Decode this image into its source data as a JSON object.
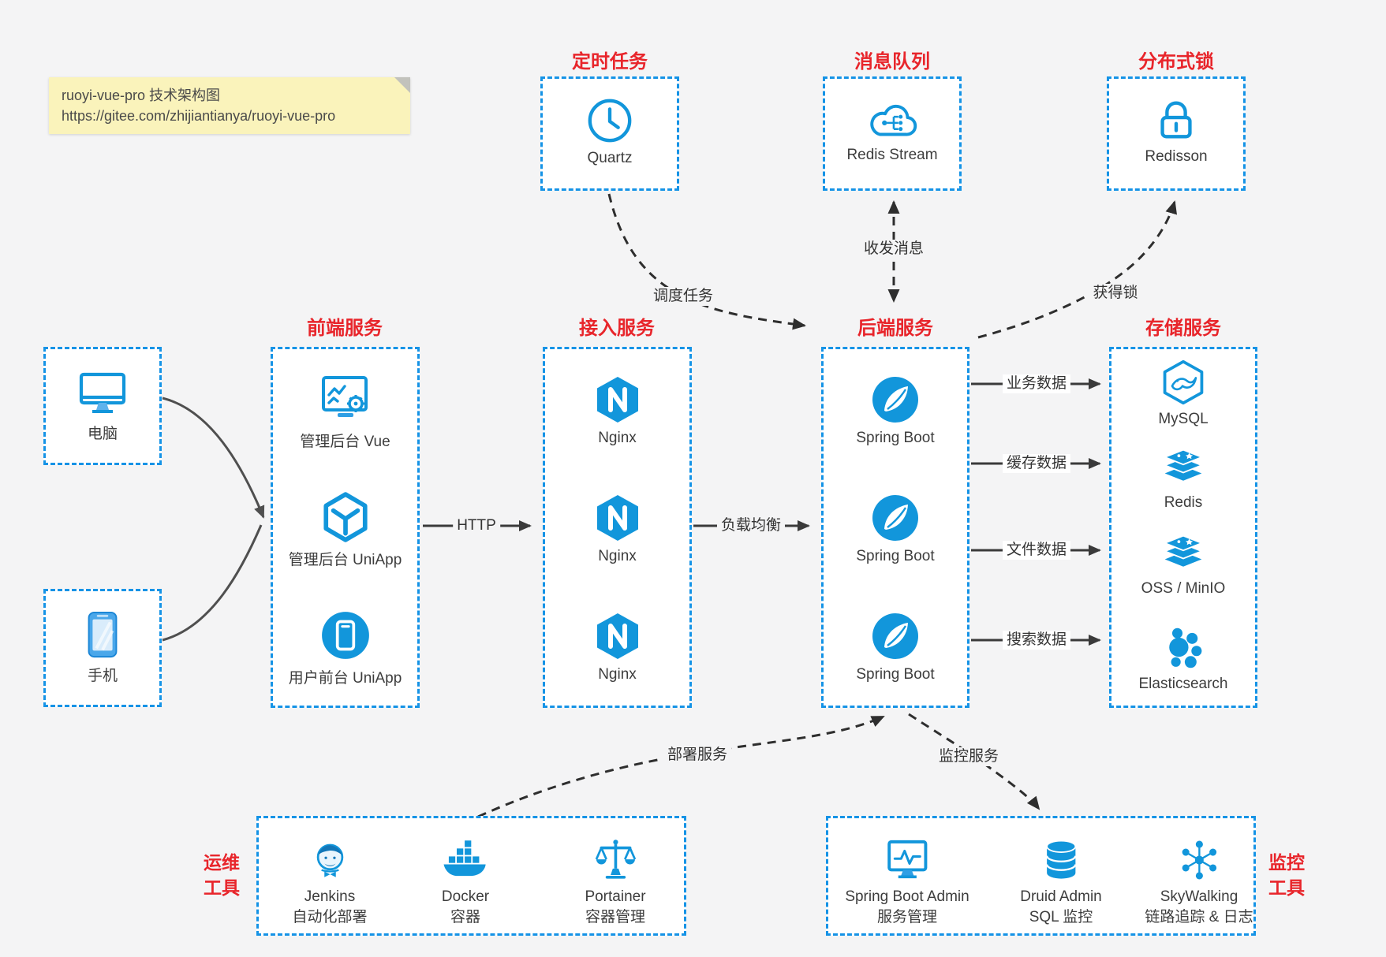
{
  "note": {
    "line1": "ruoyi-vue-pro 技术架构图",
    "line2": "https://gitee.com/zhijiantianya/ruoyi-vue-pro"
  },
  "colors": {
    "accent_blue": "#1296db",
    "title_red": "#e8252b",
    "note_bg": "#faf3bb",
    "page_bg": "#f4f4f5"
  },
  "top_groups": [
    {
      "title": "定时任务",
      "icon": "clock-icon",
      "label": "Quartz"
    },
    {
      "title": "消息队列",
      "icon": "cloud-stream-icon",
      "label": "Redis Stream"
    },
    {
      "title": "分布式锁",
      "icon": "lock-icon",
      "label": "Redisson"
    }
  ],
  "clients": [
    {
      "icon": "desktop-icon",
      "label": "电脑"
    },
    {
      "icon": "phone-icon",
      "label": "手机"
    }
  ],
  "columns": [
    {
      "title": "前端服务",
      "items": [
        {
          "icon": "admin-vue-icon",
          "label": "管理后台 Vue"
        },
        {
          "icon": "uniapp-cube-icon",
          "label": "管理后台 UniApp"
        },
        {
          "icon": "user-app-icon",
          "label": "用户前台 UniApp"
        }
      ]
    },
    {
      "title": "接入服务",
      "items": [
        {
          "icon": "nginx-icon",
          "label": "Nginx"
        },
        {
          "icon": "nginx-icon",
          "label": "Nginx"
        },
        {
          "icon": "nginx-icon",
          "label": "Nginx"
        }
      ]
    },
    {
      "title": "后端服务",
      "items": [
        {
          "icon": "spring-icon",
          "label": "Spring Boot"
        },
        {
          "icon": "spring-icon",
          "label": "Spring Boot"
        },
        {
          "icon": "spring-icon",
          "label": "Spring Boot"
        }
      ]
    },
    {
      "title": "存储服务",
      "items": [
        {
          "icon": "mysql-icon",
          "label": "MySQL"
        },
        {
          "icon": "redis-icon",
          "label": "Redis"
        },
        {
          "icon": "oss-icon",
          "label": "OSS / MinIO"
        },
        {
          "icon": "elasticsearch-icon",
          "label": "Elasticsearch"
        }
      ]
    }
  ],
  "edges": {
    "http": "HTTP",
    "load_balance": "负载均衡",
    "schedule": "调度任务",
    "mq": "收发消息",
    "lock": "获得锁",
    "db": "业务数据",
    "cache": "缓存数据",
    "file": "文件数据",
    "search": "搜索数据",
    "deploy": "部署服务",
    "monitor": "监控服务"
  },
  "bottom_groups": [
    {
      "title_line1": "运维",
      "title_line2": "工具",
      "items": [
        {
          "icon": "jenkins-icon",
          "line1": "Jenkins",
          "line2": "自动化部署"
        },
        {
          "icon": "docker-icon",
          "line1": "Docker",
          "line2": "容器"
        },
        {
          "icon": "portainer-icon",
          "line1": "Portainer",
          "line2": "容器管理"
        }
      ]
    },
    {
      "title_line1": "监控",
      "title_line2": "工具",
      "items": [
        {
          "icon": "springboot-admin-icon",
          "line1": "Spring Boot Admin",
          "line2": "服务管理"
        },
        {
          "icon": "druid-icon",
          "line1": "Druid Admin",
          "line2": "SQL 监控"
        },
        {
          "icon": "skywalking-icon",
          "line1": "SkyWalking",
          "line2": "链路追踪 & 日志"
        }
      ]
    }
  ]
}
